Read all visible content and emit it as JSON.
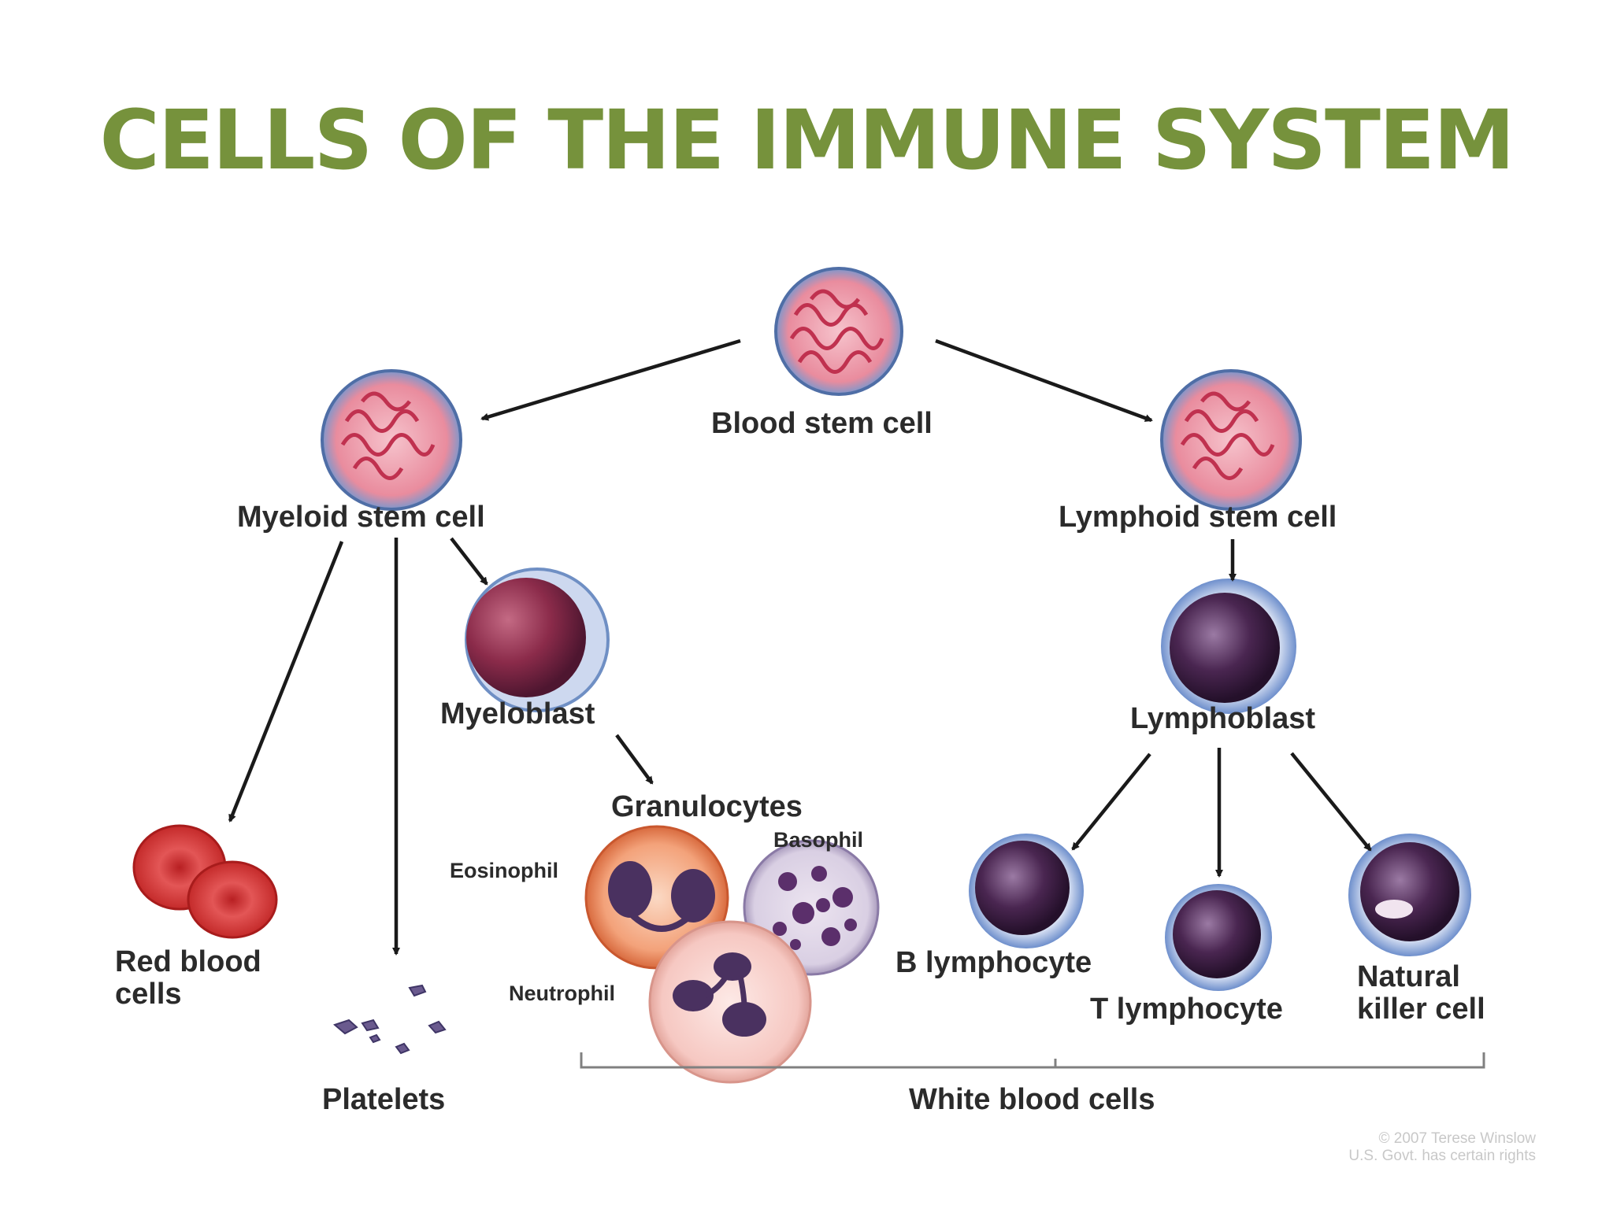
{
  "title": "CELLS OF THE IMMUNE SYSTEM",
  "nodes": {
    "blood_stem_cell": "Blood stem cell",
    "myeloid_stem_cell": "Myeloid stem cell",
    "lymphoid_stem_cell": "Lymphoid stem cell",
    "myeloblast": "Myeloblast",
    "lymphoblast": "Lymphoblast",
    "granulocytes": "Granulocytes",
    "eosinophil": "Eosinophil",
    "basophil": "Basophil",
    "neutrophil": "Neutrophil",
    "red_blood_cells": "Red blood\ncells",
    "platelets": "Platelets",
    "b_lymphocyte": "B lymphocyte",
    "t_lymphocyte": "T lymphocyte",
    "natural_killer_cell": "Natural\nkiller cell",
    "white_blood_cells": "White blood cells"
  },
  "credit": {
    "line1": "© 2007 Terese Winslow",
    "line2": "U.S. Govt. has certain rights"
  },
  "colors": {
    "title": "#76923c",
    "label": "#2b2b2b",
    "arrow": "#1a1a1a",
    "stem_cell_fill": "#f2a7b4",
    "stem_cell_rim": "#6f8fc4",
    "blast_fill": "#8b2b4a",
    "lymphocyte_fill": "#3b1f3f",
    "red_blood_cell": "#d63a3a"
  }
}
